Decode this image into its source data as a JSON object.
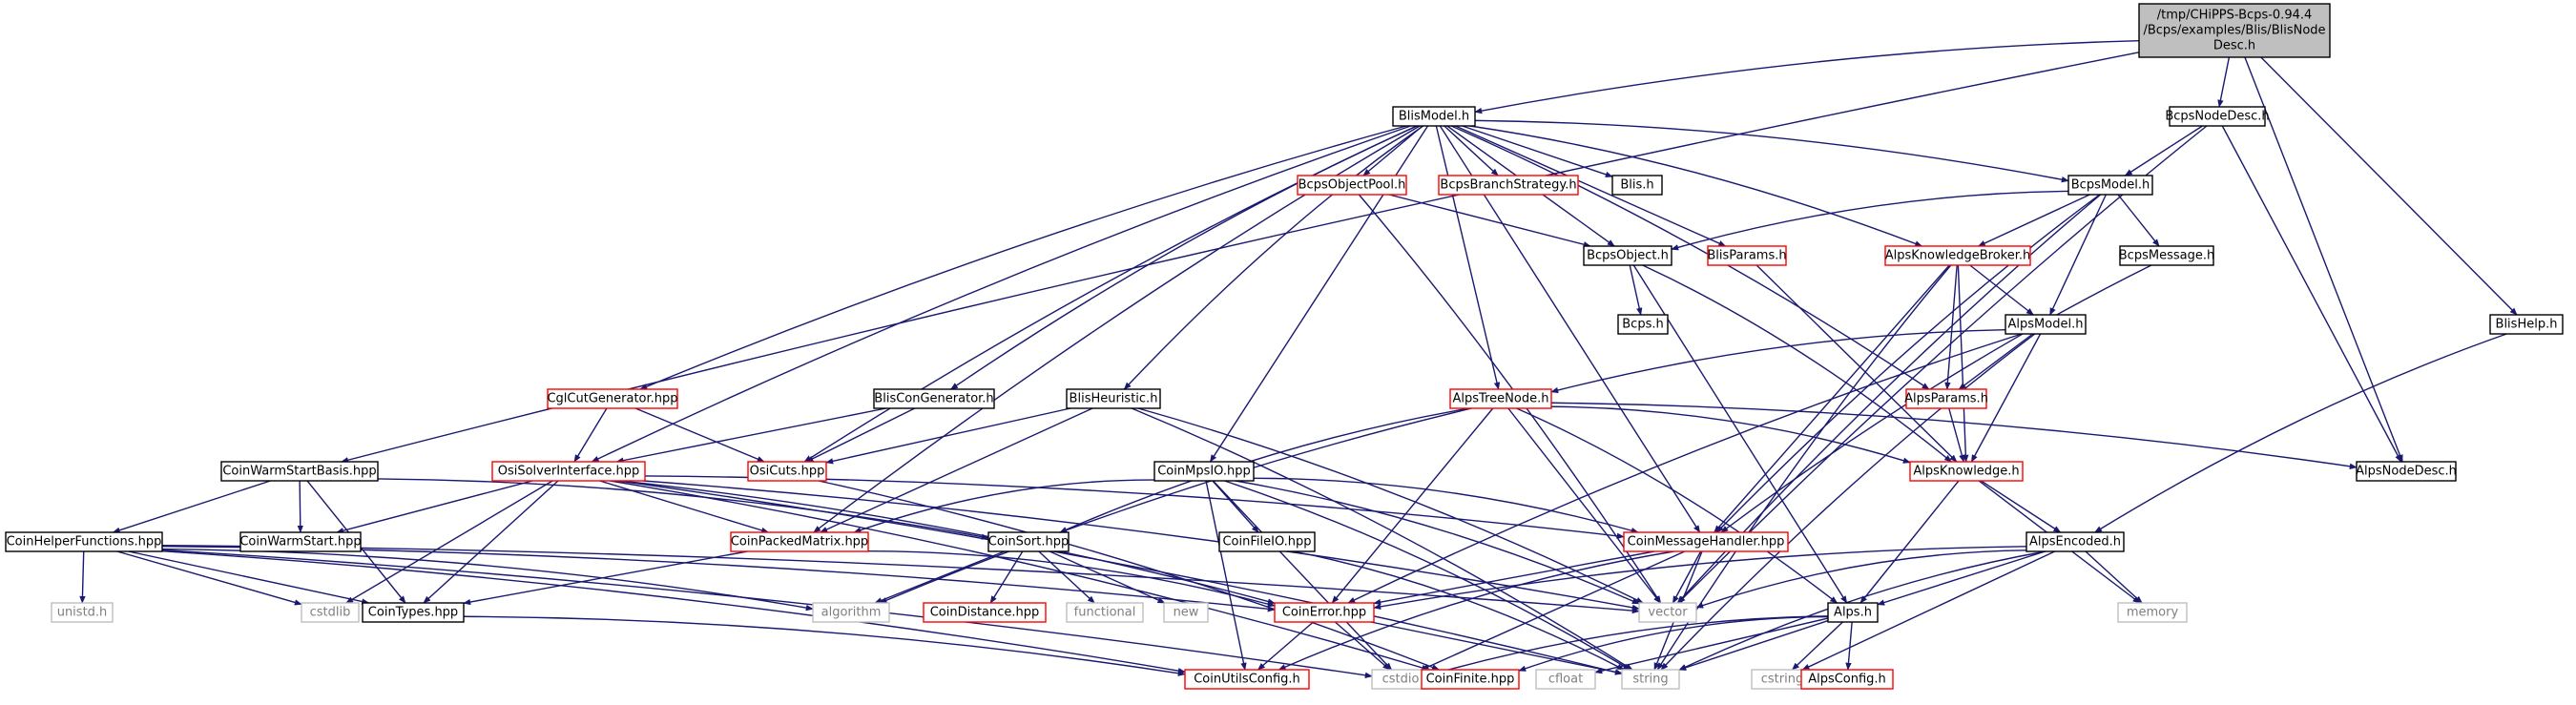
{
  "colors": {
    "edge": "#191970",
    "root_fill": "#bfbfbf",
    "normal_border": "#000000",
    "truncated_border": "#ff0000",
    "external_border": "#bfbfbf",
    "external_text": "#7f7f7f"
  },
  "nodes": [
    {
      "id": "root",
      "label": [
        "/tmp/CHiPPS-Bcps-0.94.4",
        "/Bcps/examples/Blis/BlisNode",
        "Desc.h"
      ],
      "style": "root"
    },
    {
      "id": "BlisModel",
      "label": [
        "BlisModel.h"
      ],
      "style": "normal"
    },
    {
      "id": "BcpsNodeDesc",
      "label": [
        "BcpsNodeDesc.h"
      ],
      "style": "normal"
    },
    {
      "id": "BlisHelp",
      "label": [
        "BlisHelp.h"
      ],
      "style": "normal"
    },
    {
      "id": "BcpsObjectPool",
      "label": [
        "BcpsObjectPool.h"
      ],
      "style": "truncated"
    },
    {
      "id": "BcpsBranchStrategy",
      "label": [
        "BcpsBranchStrategy.h"
      ],
      "style": "truncated"
    },
    {
      "id": "Blis",
      "label": [
        "Blis.h"
      ],
      "style": "normal"
    },
    {
      "id": "BcpsModel",
      "label": [
        "BcpsModel.h"
      ],
      "style": "normal"
    },
    {
      "id": "BcpsObject",
      "label": [
        "BcpsObject.h"
      ],
      "style": "normal"
    },
    {
      "id": "BlisParams",
      "label": [
        "BlisParams.h"
      ],
      "style": "truncated"
    },
    {
      "id": "AlpsKnowledgeBroker",
      "label": [
        "AlpsKnowledgeBroker.h"
      ],
      "style": "truncated"
    },
    {
      "id": "BcpsMessage",
      "label": [
        "BcpsMessage.h"
      ],
      "style": "normal"
    },
    {
      "id": "Bcps",
      "label": [
        "Bcps.h"
      ],
      "style": "normal"
    },
    {
      "id": "AlpsModel",
      "label": [
        "AlpsModel.h"
      ],
      "style": "normal"
    },
    {
      "id": "CglCutGenerator",
      "label": [
        "CglCutGenerator.hpp"
      ],
      "style": "truncated"
    },
    {
      "id": "BlisConGenerator",
      "label": [
        "BlisConGenerator.h"
      ],
      "style": "normal"
    },
    {
      "id": "BlisHeuristic",
      "label": [
        "BlisHeuristic.h"
      ],
      "style": "normal"
    },
    {
      "id": "AlpsTreeNode",
      "label": [
        "AlpsTreeNode.h"
      ],
      "style": "truncated"
    },
    {
      "id": "AlpsParams",
      "label": [
        "AlpsParams.h"
      ],
      "style": "truncated"
    },
    {
      "id": "CoinWarmStartBasis",
      "label": [
        "CoinWarmStartBasis.hpp"
      ],
      "style": "normal"
    },
    {
      "id": "OsiSolverInterface",
      "label": [
        "OsiSolverInterface.hpp"
      ],
      "style": "truncated"
    },
    {
      "id": "OsiCuts",
      "label": [
        "OsiCuts.hpp"
      ],
      "style": "truncated"
    },
    {
      "id": "CoinMpsIO",
      "label": [
        "CoinMpsIO.hpp"
      ],
      "style": "normal"
    },
    {
      "id": "AlpsKnowledge",
      "label": [
        "AlpsKnowledge.h"
      ],
      "style": "truncated"
    },
    {
      "id": "AlpsNodeDesc",
      "label": [
        "AlpsNodeDesc.h"
      ],
      "style": "normal"
    },
    {
      "id": "CoinHelperFunctions",
      "label": [
        "CoinHelperFunctions.hpp"
      ],
      "style": "normal"
    },
    {
      "id": "CoinWarmStart",
      "label": [
        "CoinWarmStart.hpp"
      ],
      "style": "normal"
    },
    {
      "id": "CoinPackedMatrix",
      "label": [
        "CoinPackedMatrix.hpp"
      ],
      "style": "truncated"
    },
    {
      "id": "CoinSort",
      "label": [
        "CoinSort.hpp"
      ],
      "style": "normal"
    },
    {
      "id": "CoinFileIO",
      "label": [
        "CoinFileIO.hpp"
      ],
      "style": "normal"
    },
    {
      "id": "CoinMessageHandler",
      "label": [
        "CoinMessageHandler.hpp"
      ],
      "style": "truncated"
    },
    {
      "id": "AlpsEncoded",
      "label": [
        "AlpsEncoded.h"
      ],
      "style": "normal"
    },
    {
      "id": "unistd",
      "label": [
        "unistd.h"
      ],
      "style": "external"
    },
    {
      "id": "cstdlib",
      "label": [
        "cstdlib"
      ],
      "style": "external"
    },
    {
      "id": "CoinTypes",
      "label": [
        "CoinTypes.hpp"
      ],
      "style": "normal"
    },
    {
      "id": "algorithm",
      "label": [
        "algorithm"
      ],
      "style": "external"
    },
    {
      "id": "CoinDistance",
      "label": [
        "CoinDistance.hpp"
      ],
      "style": "truncated"
    },
    {
      "id": "functional",
      "label": [
        "functional"
      ],
      "style": "external"
    },
    {
      "id": "new",
      "label": [
        "new"
      ],
      "style": "external"
    },
    {
      "id": "CoinError",
      "label": [
        "CoinError.hpp"
      ],
      "style": "truncated"
    },
    {
      "id": "vector",
      "label": [
        "vector"
      ],
      "style": "external"
    },
    {
      "id": "Alps",
      "label": [
        "Alps.h"
      ],
      "style": "normal"
    },
    {
      "id": "memory",
      "label": [
        "memory"
      ],
      "style": "external"
    },
    {
      "id": "CoinUtilsConfig",
      "label": [
        "CoinUtilsConfig.h"
      ],
      "style": "truncated"
    },
    {
      "id": "cstdio",
      "label": [
        "cstdio"
      ],
      "style": "external"
    },
    {
      "id": "CoinFinite",
      "label": [
        "CoinFinite.hpp"
      ],
      "style": "truncated"
    },
    {
      "id": "cfloat",
      "label": [
        "cfloat"
      ],
      "style": "external"
    },
    {
      "id": "string",
      "label": [
        "string"
      ],
      "style": "external"
    },
    {
      "id": "cstring",
      "label": [
        "cstring"
      ],
      "style": "external"
    },
    {
      "id": "AlpsConfig",
      "label": [
        "AlpsConfig.h"
      ],
      "style": "truncated"
    }
  ],
  "edges": [
    [
      "root",
      "BlisModel"
    ],
    [
      "root",
      "BcpsNodeDesc"
    ],
    [
      "root",
      "BlisHelp"
    ],
    [
      "root",
      "AlpsNodeDesc"
    ],
    [
      "root",
      "CoinWarmStartBasis"
    ],
    [
      "BlisModel",
      "BcpsObjectPool"
    ],
    [
      "BlisModel",
      "BcpsBranchStrategy"
    ],
    [
      "BlisModel",
      "Blis"
    ],
    [
      "BlisModel",
      "BcpsModel"
    ],
    [
      "BlisModel",
      "BcpsObject"
    ],
    [
      "BlisModel",
      "BlisParams"
    ],
    [
      "BlisModel",
      "AlpsKnowledgeBroker"
    ],
    [
      "BlisModel",
      "AlpsParams"
    ],
    [
      "BlisModel",
      "AlpsTreeNode"
    ],
    [
      "BlisModel",
      "CglCutGenerator"
    ],
    [
      "BlisModel",
      "BlisConGenerator"
    ],
    [
      "BlisModel",
      "BlisHeuristic"
    ],
    [
      "BlisModel",
      "OsiSolverInterface"
    ],
    [
      "BlisModel",
      "OsiCuts"
    ],
    [
      "BlisModel",
      "CoinMpsIO"
    ],
    [
      "BlisModel",
      "CoinPackedMatrix"
    ],
    [
      "BlisModel",
      "CoinMessageHandler"
    ],
    [
      "BcpsNodeDesc",
      "BcpsModel"
    ],
    [
      "BcpsNodeDesc",
      "AlpsNodeDesc"
    ],
    [
      "BcpsNodeDesc",
      "vector"
    ],
    [
      "BlisHelp",
      "AlpsEncoded"
    ],
    [
      "BcpsObjectPool",
      "BcpsObject"
    ],
    [
      "BcpsObjectPool",
      "vector"
    ],
    [
      "BcpsModel",
      "BcpsObject"
    ],
    [
      "BcpsModel",
      "AlpsKnowledgeBroker"
    ],
    [
      "BcpsModel",
      "BcpsMessage"
    ],
    [
      "BcpsModel",
      "AlpsModel"
    ],
    [
      "BcpsModel",
      "CoinMessageHandler"
    ],
    [
      "BcpsModel",
      "vector"
    ],
    [
      "BcpsObject",
      "Bcps"
    ],
    [
      "BcpsObject",
      "AlpsKnowledge"
    ],
    [
      "BcpsObject",
      "Alps"
    ],
    [
      "BlisParams",
      "AlpsKnowledge"
    ],
    [
      "AlpsKnowledgeBroker",
      "AlpsModel"
    ],
    [
      "AlpsKnowledgeBroker",
      "AlpsParams"
    ],
    [
      "AlpsKnowledgeBroker",
      "AlpsKnowledge"
    ],
    [
      "AlpsKnowledgeBroker",
      "CoinMessageHandler"
    ],
    [
      "AlpsKnowledgeBroker",
      "string"
    ],
    [
      "BcpsMessage",
      "CoinMessageHandler"
    ],
    [
      "AlpsModel",
      "AlpsTreeNode"
    ],
    [
      "AlpsModel",
      "AlpsParams"
    ],
    [
      "AlpsModel",
      "AlpsKnowledge"
    ],
    [
      "AlpsModel",
      "CoinError"
    ],
    [
      "AlpsModel",
      "string"
    ],
    [
      "CglCutGenerator",
      "OsiSolverInterface"
    ],
    [
      "CglCutGenerator",
      "OsiCuts"
    ],
    [
      "BlisConGenerator",
      "OsiSolverInterface"
    ],
    [
      "BlisConGenerator",
      "OsiCuts"
    ],
    [
      "BlisHeuristic",
      "OsiCuts"
    ],
    [
      "BlisHeuristic",
      "CoinPackedMatrix"
    ],
    [
      "BlisHeuristic",
      "vector"
    ],
    [
      "BlisHeuristic",
      "string"
    ],
    [
      "AlpsTreeNode",
      "AlpsKnowledge"
    ],
    [
      "AlpsTreeNode",
      "AlpsNodeDesc"
    ],
    [
      "AlpsTreeNode",
      "Alps"
    ],
    [
      "AlpsTreeNode",
      "CoinError"
    ],
    [
      "AlpsTreeNode",
      "vector"
    ],
    [
      "AlpsTreeNode",
      "algorithm"
    ],
    [
      "AlpsTreeNode",
      "CoinSort"
    ],
    [
      "AlpsParams",
      "AlpsKnowledge"
    ],
    [
      "CoinWarmStartBasis",
      "CoinHelperFunctions"
    ],
    [
      "CoinWarmStartBasis",
      "CoinWarmStart"
    ],
    [
      "CoinWarmStartBasis",
      "CoinSort"
    ],
    [
      "CoinWarmStartBasis",
      "CoinTypes"
    ],
    [
      "OsiSolverInterface",
      "CoinWarmStart"
    ],
    [
      "OsiSolverInterface",
      "CoinPackedMatrix"
    ],
    [
      "OsiSolverInterface",
      "CoinMessageHandler"
    ],
    [
      "OsiSolverInterface",
      "CoinTypes"
    ],
    [
      "OsiSolverInterface",
      "cstdlib"
    ],
    [
      "OsiSolverInterface",
      "CoinError"
    ],
    [
      "OsiSolverInterface",
      "vector"
    ],
    [
      "OsiSolverInterface",
      "string"
    ],
    [
      "OsiSolverInterface",
      "CoinFinite"
    ],
    [
      "OsiCuts",
      "CoinFinite"
    ],
    [
      "CoinMpsIO",
      "CoinPackedMatrix"
    ],
    [
      "CoinMpsIO",
      "CoinMessageHandler"
    ],
    [
      "CoinMpsIO",
      "CoinFileIO"
    ],
    [
      "CoinMpsIO",
      "CoinUtilsConfig"
    ],
    [
      "CoinMpsIO",
      "cstdio"
    ],
    [
      "CoinMpsIO",
      "vector"
    ],
    [
      "CoinMpsIO",
      "string"
    ],
    [
      "AlpsKnowledge",
      "AlpsEncoded"
    ],
    [
      "AlpsKnowledge",
      "Alps"
    ],
    [
      "AlpsKnowledge",
      "memory"
    ],
    [
      "CoinHelperFunctions",
      "unistd"
    ],
    [
      "CoinHelperFunctions",
      "cstdlib"
    ],
    [
      "CoinHelperFunctions",
      "CoinTypes"
    ],
    [
      "CoinHelperFunctions",
      "algorithm"
    ],
    [
      "CoinHelperFunctions",
      "CoinError"
    ],
    [
      "CoinHelperFunctions",
      "CoinUtilsConfig"
    ],
    [
      "CoinHelperFunctions",
      "cstdio"
    ],
    [
      "CoinHelperFunctions",
      "vector"
    ],
    [
      "CoinPackedMatrix",
      "CoinTypes"
    ],
    [
      "CoinPackedMatrix",
      "CoinError"
    ],
    [
      "CoinSort",
      "algorithm"
    ],
    [
      "CoinSort",
      "CoinDistance"
    ],
    [
      "CoinSort",
      "functional"
    ],
    [
      "CoinSort",
      "new"
    ],
    [
      "CoinFileIO",
      "string"
    ],
    [
      "CoinMessageHandler",
      "CoinError"
    ],
    [
      "CoinMessageHandler",
      "vector"
    ],
    [
      "CoinMessageHandler",
      "cstdio"
    ],
    [
      "CoinMessageHandler",
      "string"
    ],
    [
      "CoinMessageHandler",
      "CoinUtilsConfig"
    ],
    [
      "AlpsEncoded",
      "Alps"
    ],
    [
      "AlpsEncoded",
      "memory"
    ],
    [
      "AlpsEncoded",
      "vector"
    ],
    [
      "AlpsEncoded",
      "CoinError"
    ],
    [
      "AlpsEncoded",
      "string"
    ],
    [
      "AlpsEncoded",
      "cstring"
    ],
    [
      "CoinTypes",
      "CoinUtilsConfig"
    ],
    [
      "CoinError",
      "CoinUtilsConfig"
    ],
    [
      "CoinError",
      "string"
    ],
    [
      "CoinError",
      "cstdio"
    ],
    [
      "Alps",
      "AlpsConfig"
    ],
    [
      "Alps",
      "cstdio"
    ],
    [
      "Alps",
      "cfloat"
    ],
    [
      "Alps",
      "string"
    ],
    [
      "Alps",
      "CoinFinite"
    ],
    [
      "Alps",
      "cstring"
    ]
  ]
}
